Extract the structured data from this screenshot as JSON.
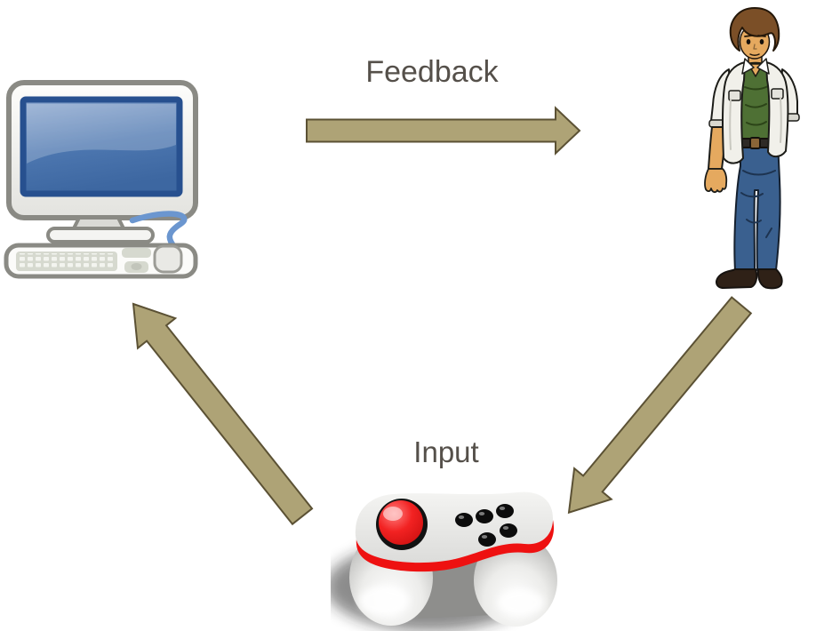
{
  "diagram": {
    "background": "#ffffff",
    "nodes": [
      {
        "id": "computer",
        "icon": "computer-icon",
        "label": ""
      },
      {
        "id": "user",
        "icon": "person-icon",
        "label": ""
      },
      {
        "id": "game-controller",
        "icon": "game-controller-icon",
        "label": "Input"
      }
    ],
    "edges": [
      {
        "from": "computer",
        "to": "user",
        "label": "Feedback"
      },
      {
        "from": "user",
        "to": "game-controller",
        "label": ""
      },
      {
        "from": "game-controller",
        "to": "computer",
        "label": ""
      }
    ],
    "colors": {
      "arrow_fill": "#aea376",
      "arrow_outline": "#5b5134",
      "label_text": "#55504a",
      "screen_blue": "#3d67a1",
      "monitor_gray": "#d9d9d5",
      "cable_blue": "#6b96cf",
      "controller_red": "#ee1111",
      "button_black": "#0c0c0c",
      "shirt_white": "#f1f0ea",
      "tee_green": "#4e7034",
      "jeans_blue": "#3a608f",
      "skin_tone": "#e5a95f",
      "hair_brown": "#7b4f27"
    }
  }
}
